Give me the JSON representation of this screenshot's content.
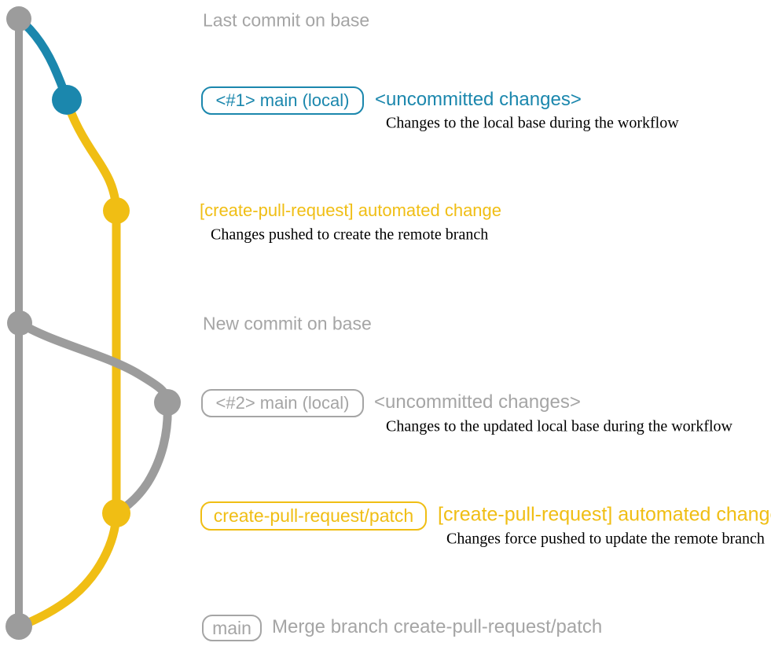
{
  "colors": {
    "teal": "#1B87AD",
    "yellow": "#F0BE14",
    "graph_gray": "#9C9C9C",
    "text_gray": "#A5A5A5",
    "desc_black": "#000000"
  },
  "annotations": {
    "last_commit": {
      "label": "Last commit on base"
    },
    "section1": {
      "badge": "<#1> main (local)",
      "heading": "<uncommitted changes>",
      "description": "Changes to the local base during the workflow"
    },
    "push1": {
      "heading": "[create-pull-request] automated change",
      "description": "Changes pushed to create the remote branch"
    },
    "new_commit": {
      "label": "New commit on base"
    },
    "section2": {
      "badge": "<#2> main (local)",
      "heading": "<uncommitted changes>",
      "description": "Changes to the updated local base during the workflow"
    },
    "push2": {
      "badge": "create-pull-request/patch",
      "heading": "[create-pull-request] automated change",
      "description": "Changes force pushed to update the remote branch"
    },
    "merge": {
      "badge": "main",
      "label": "Merge branch create-pull-request/patch"
    }
  }
}
